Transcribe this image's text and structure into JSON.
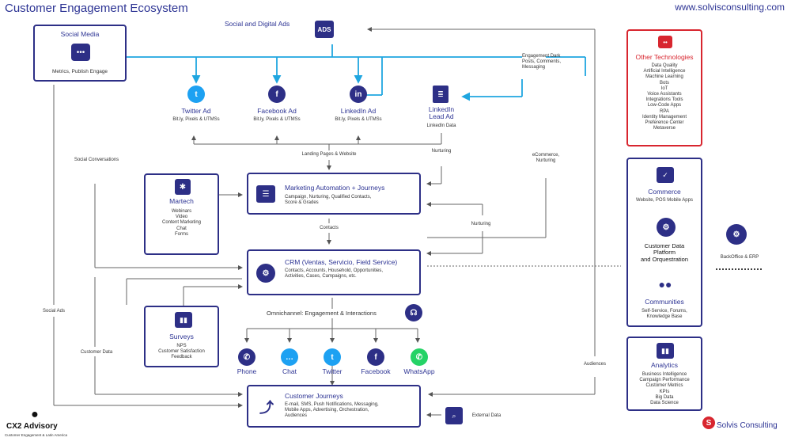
{
  "header": {
    "title": "Customer Engagement Ecosystem",
    "url": "www.solvisconsulting.com"
  },
  "social_media": {
    "title": "Social Media",
    "sub": "Metrics, Publish Engage"
  },
  "ads": {
    "title": "Social and Digital Ads",
    "icon_text": "ADS"
  },
  "engagement_dark": "Engagement Dark\nPosts, Comments,\nMessaging",
  "ad_cards": [
    {
      "title": "Twitter Ad",
      "sub": "Bit.ly, Pixels & UTMSs"
    },
    {
      "title": "Facebook Ad",
      "sub": "Bit.ly, Pixels & UTMSs"
    },
    {
      "title": "LinkedIn Ad",
      "sub": "Bit.ly, Pixels & UTMSs"
    }
  ],
  "linkedin_lead": {
    "title": "LinkedIn\nLead Ad",
    "sub": "LinkedIn Data"
  },
  "labels": {
    "landing_pages": "Landing Pages & Website",
    "nurturing_top": "Nurturing",
    "ecommerce": "eCommerce,\nNurturing",
    "social_conv": "Social Conversations",
    "contacts": "Contacts",
    "nurturing_mid": "Nurturing",
    "social_ads": "Social Ads",
    "customer_data": "Customer Data",
    "omnichannel": "Omnichannel: Engagement & Interactions",
    "audiences": "Audiences",
    "external_data": "External Data",
    "backoffice": "BackOffice & ERP"
  },
  "martech": {
    "title": "Martech",
    "sub": "Webinars\nVideo\nContent Marketing\nChat\nForms"
  },
  "marketing": {
    "title": "Marketing Automation + Journeys",
    "sub": "Campaign, Nurturing, Qualified Contacts,\nScore & Grades"
  },
  "crm": {
    "title": "CRM (Ventas, Servicio, Field Service)",
    "sub": "Contacts, Accounts, Household, Opportunities,\nActivities, Cases, Campaigns, etc."
  },
  "surveys": {
    "title": "Surveys",
    "sub": "NPS\nCustomer Satisfaction\nFeedback"
  },
  "channels": [
    "Phone",
    "Chat",
    "Twitter",
    "Facebook",
    "WhatsApp"
  ],
  "journeys": {
    "title": "Customer Journeys",
    "sub": "E-mail, SMS, Push Notifications, Messaging,\nMobile Apps, Advertising, Orchestration,\nAudiences"
  },
  "other_tech": {
    "title": "Other Technologies",
    "items": "Data Quality\nArtificial Intelligence\nMachine Learning\nBots\nIoT\nVoice Assistants\nIntegrations Tools\nLow-Code Apps\nRPA\nIdentity Management\nPreference Center\nMetaverse"
  },
  "commerce": {
    "title": "Commerce",
    "sub": "Website, POS Mobile Apps"
  },
  "cdp": {
    "title": "Customer Data\nPlatform\nand Orquestration"
  },
  "communities": {
    "title": "Communities",
    "sub": "Self-Service, Forums,\nKnowledge Base"
  },
  "analytics": {
    "title": "Analytics",
    "sub": "Business Intelligence\nCampaign Performance\nCustomer Metrics\nKPIs\nBig Data\nData Science"
  },
  "cx2": {
    "title": "CX2 Advisory",
    "sub": "Customer Engagement & Latin America"
  },
  "solvis": {
    "title": "Solvis Consulting"
  },
  "colors": {
    "navy": "#2d2f86",
    "red": "#d8262f",
    "cyan": "#1fa6e0",
    "gray": "#666666"
  }
}
